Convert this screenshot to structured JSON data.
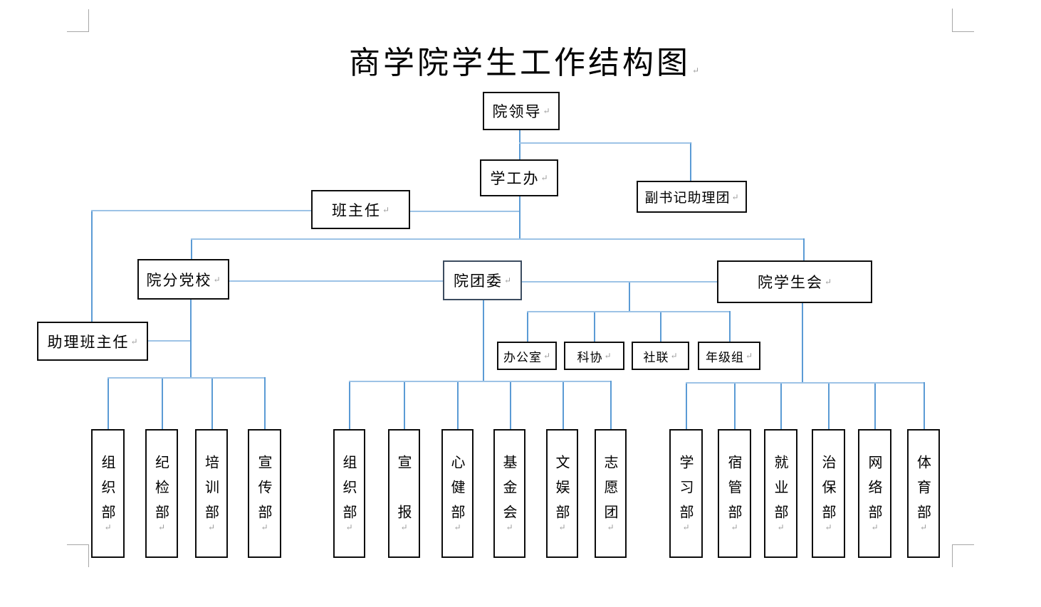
{
  "title": "商学院学生工作结构图",
  "paragraph_mark": "↵",
  "colors": {
    "connector_vertical": "#5B9BD5",
    "connector_horizontal": "#9DC3E6",
    "box_border": "#0d0d0d",
    "crop_mark": "#a6a6a6"
  },
  "nodes": {
    "dean": {
      "label": "院领导"
    },
    "student_affairs_office": {
      "label": "学工办"
    },
    "deputy_secretary_assistants": {
      "label": "副书记助理团"
    },
    "class_teacher": {
      "label": "班主任"
    },
    "party_school": {
      "label": "院分党校"
    },
    "youth_league": {
      "label": "院团委"
    },
    "student_union": {
      "label": "院学生会"
    },
    "assistant_class_teacher": {
      "label": "助理班主任"
    },
    "office": {
      "label": "办公室"
    },
    "science_assoc": {
      "label": "科协"
    },
    "society_federation": {
      "label": "社联"
    },
    "grade_group": {
      "label": "年级组"
    },
    "party_depts": [
      {
        "label": "组织部"
      },
      {
        "label": "纪检部"
      },
      {
        "label": "培训部"
      },
      {
        "label": "宣传部"
      }
    ],
    "league_depts": [
      {
        "label": "组织部"
      },
      {
        "label": "宣　报"
      },
      {
        "label": "心健部"
      },
      {
        "label": "基金会"
      },
      {
        "label": "文娱部"
      },
      {
        "label": "志愿团"
      }
    ],
    "union_depts": [
      {
        "label": "学习部"
      },
      {
        "label": "宿管部"
      },
      {
        "label": "就业部"
      },
      {
        "label": "治保部"
      },
      {
        "label": "网络部"
      },
      {
        "label": "体育部"
      }
    ]
  }
}
